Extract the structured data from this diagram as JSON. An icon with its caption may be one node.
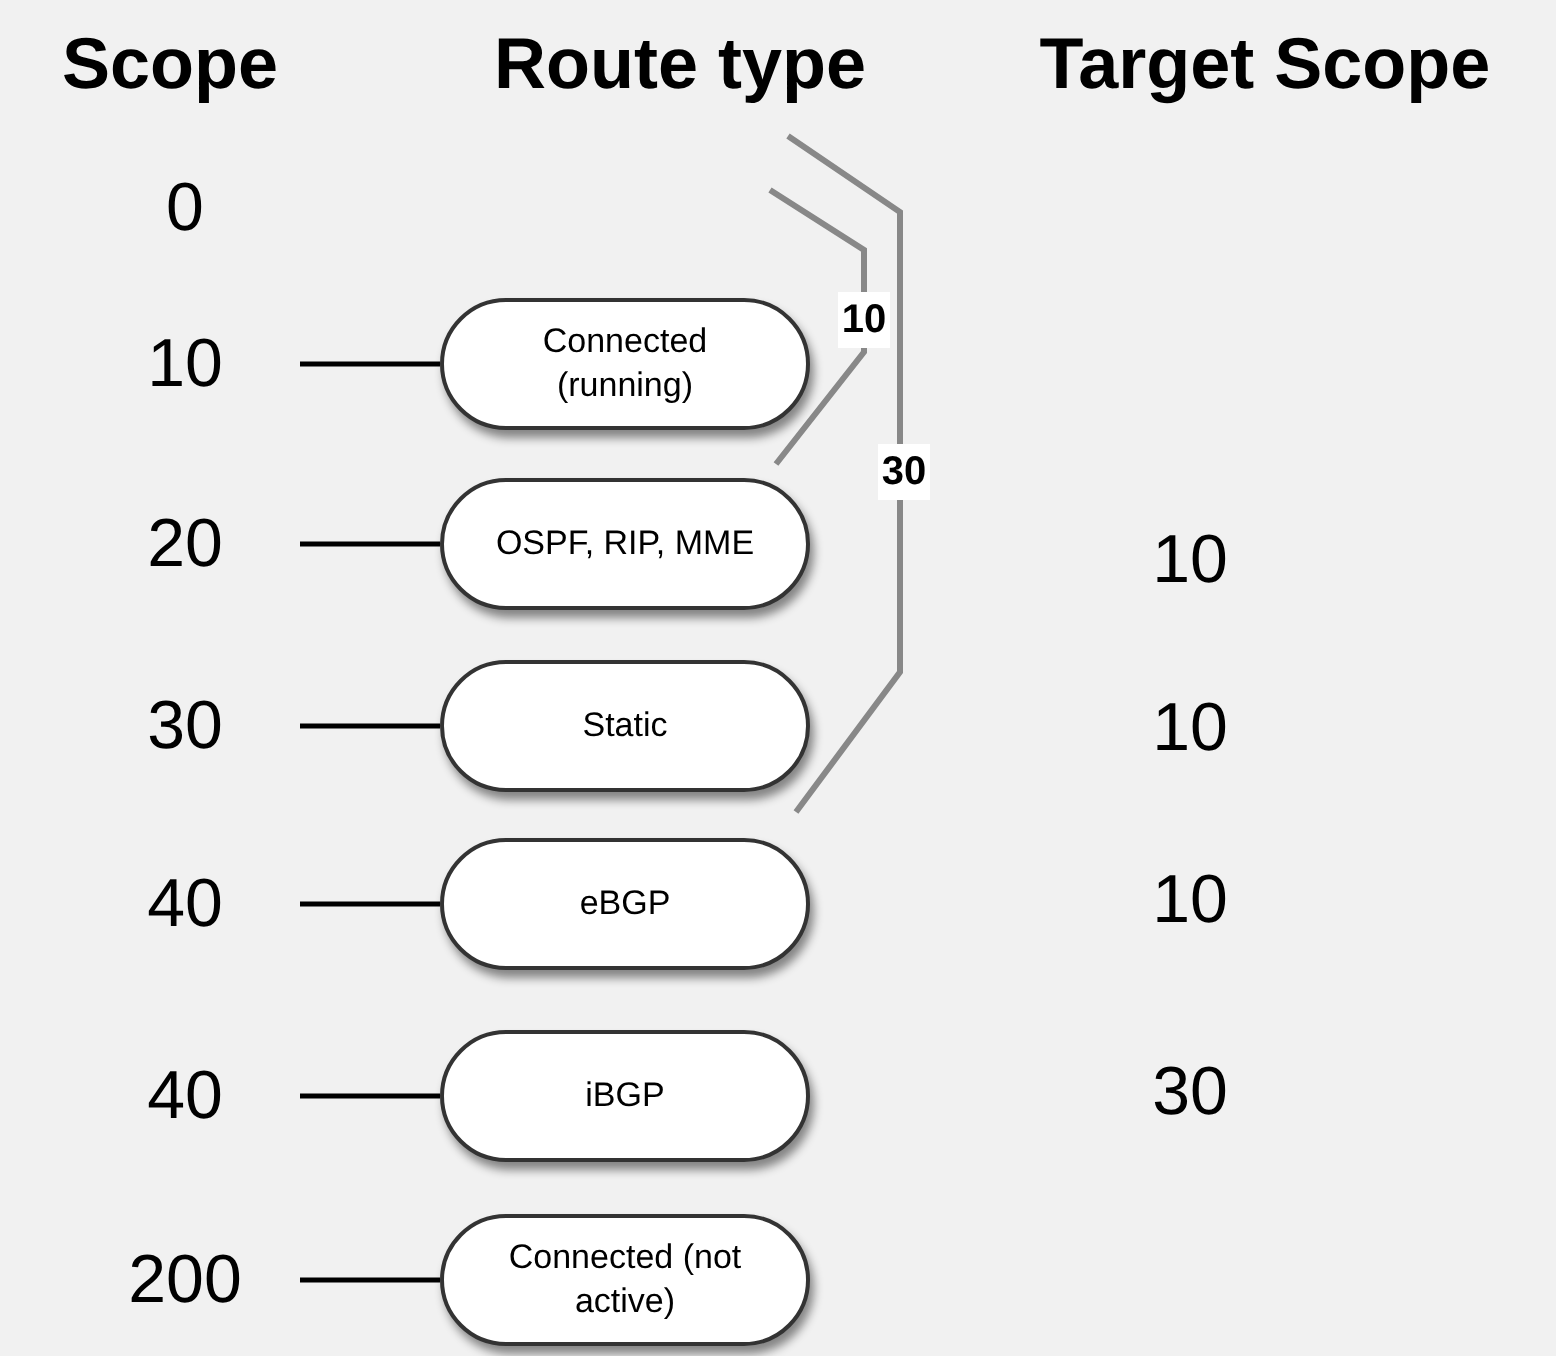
{
  "diagram": {
    "nodes": [
      {
        "text": [
          "10"
        ]
      },
      {
        "text": [
          "Connected (running)"
        ]
      },
      {
        "text": [
          "20"
        ]
      },
      {
        "text": [
          "OSPF, RIP, MME"
        ]
      },
      {
        "text": [
          "30"
        ]
      },
      {
        "text": [
          "Static"
        ]
      },
      {
        "text": [
          "40"
        ]
      },
      {
        "text": [
          "eBGP"
        ]
      },
      {
        "text": [
          "40"
        ]
      },
      {
        "text": [
          "iBGP"
        ]
      },
      {
        "text": [
          "200"
        ]
      },
      {
        "text": [
          "Connected (not active)"
        ]
      }
    ],
    "edges": [
      {
        "from": 0,
        "to": 1,
        "arrow": "none"
      },
      {
        "from": 2,
        "to": 3,
        "arrow": "none"
      },
      {
        "from": 4,
        "to": 5,
        "arrow": "none"
      },
      {
        "from": 6,
        "to": 7,
        "arrow": "none"
      },
      {
        "from": 8,
        "to": 9,
        "arrow": "none"
      },
      {
        "from": 10,
        "to": 11,
        "arrow": "none"
      }
    ],
    "labels": [
      "Scope",
      "Route type",
      "Target Scope",
      "0",
      "10",
      "30",
      "10",
      "10",
      "10",
      "30"
    ]
  }
}
